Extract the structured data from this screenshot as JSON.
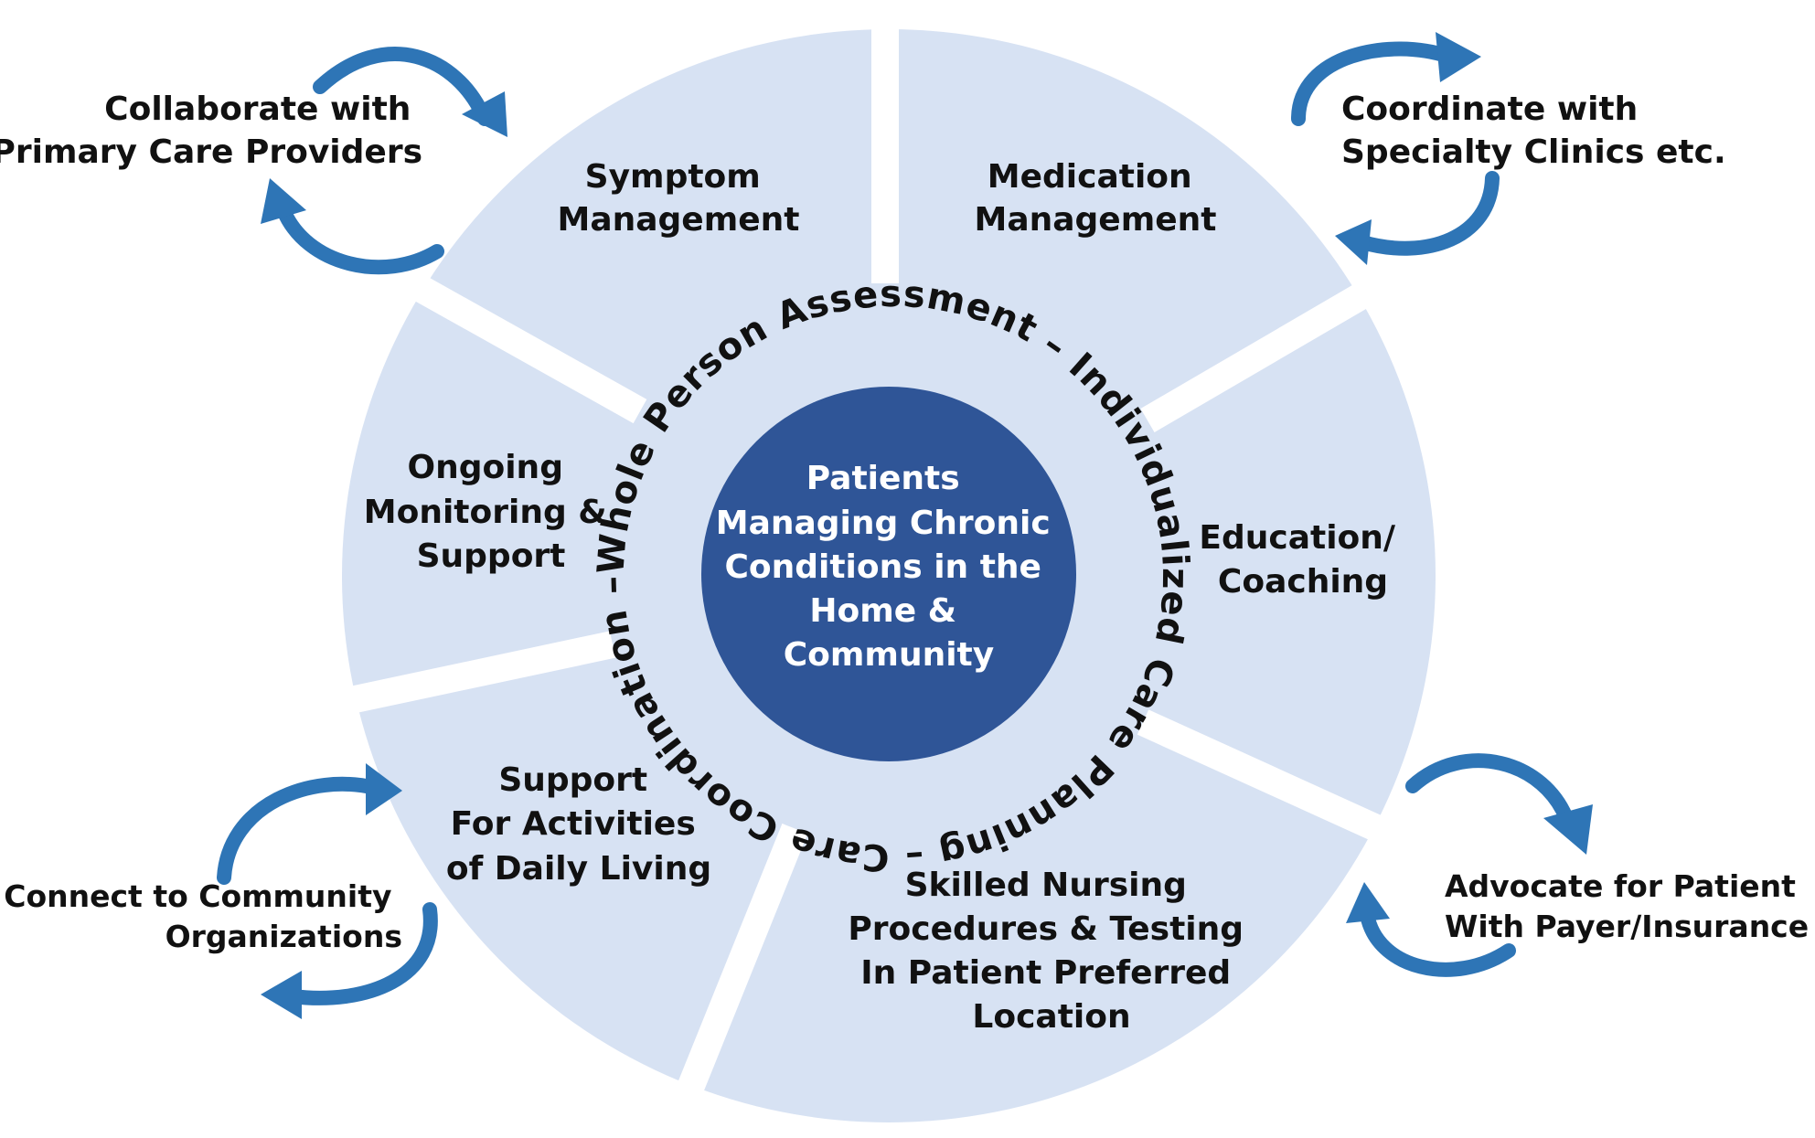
{
  "colors": {
    "segment_fill": "#d7e2f3",
    "separator": "#ffffff",
    "center_fill": "#2f5597",
    "center_text": "#ffffff",
    "arrow": "#2e75b6",
    "text": "#111111"
  },
  "center": {
    "lines": [
      "Patients",
      "Managing Chronic",
      "Conditions in the",
      "Home &",
      "Community"
    ]
  },
  "ring_text": "Whole Person Assessment – Individualized Care Planning – Care Coordination –",
  "segments": [
    {
      "id": "symptom",
      "lines": [
        "Symptom",
        "Management"
      ]
    },
    {
      "id": "medication",
      "lines": [
        "Medication",
        "Management"
      ]
    },
    {
      "id": "education",
      "lines": [
        "Education/",
        "Coaching"
      ]
    },
    {
      "id": "skilled",
      "lines": [
        "Skilled Nursing",
        "Procedures & Testing",
        "In Patient Preferred",
        "Location"
      ]
    },
    {
      "id": "daily",
      "lines": [
        "Support",
        "For Activities",
        "of Daily Living"
      ]
    },
    {
      "id": "monitoring",
      "lines": [
        "Ongoing",
        "Monitoring &",
        "Support"
      ]
    }
  ],
  "external": [
    {
      "id": "collaborate",
      "lines": [
        "Collaborate with",
        "Primary Care Providers"
      ]
    },
    {
      "id": "coordinate",
      "lines": [
        "Coordinate with",
        "Specialty Clinics etc."
      ]
    },
    {
      "id": "community",
      "lines": [
        "Connect to Community",
        "Organizations"
      ]
    },
    {
      "id": "advocate",
      "lines": [
        "Advocate for Patient",
        "With Payer/Insurance"
      ]
    }
  ],
  "arrow_icon": "curved-arrow"
}
